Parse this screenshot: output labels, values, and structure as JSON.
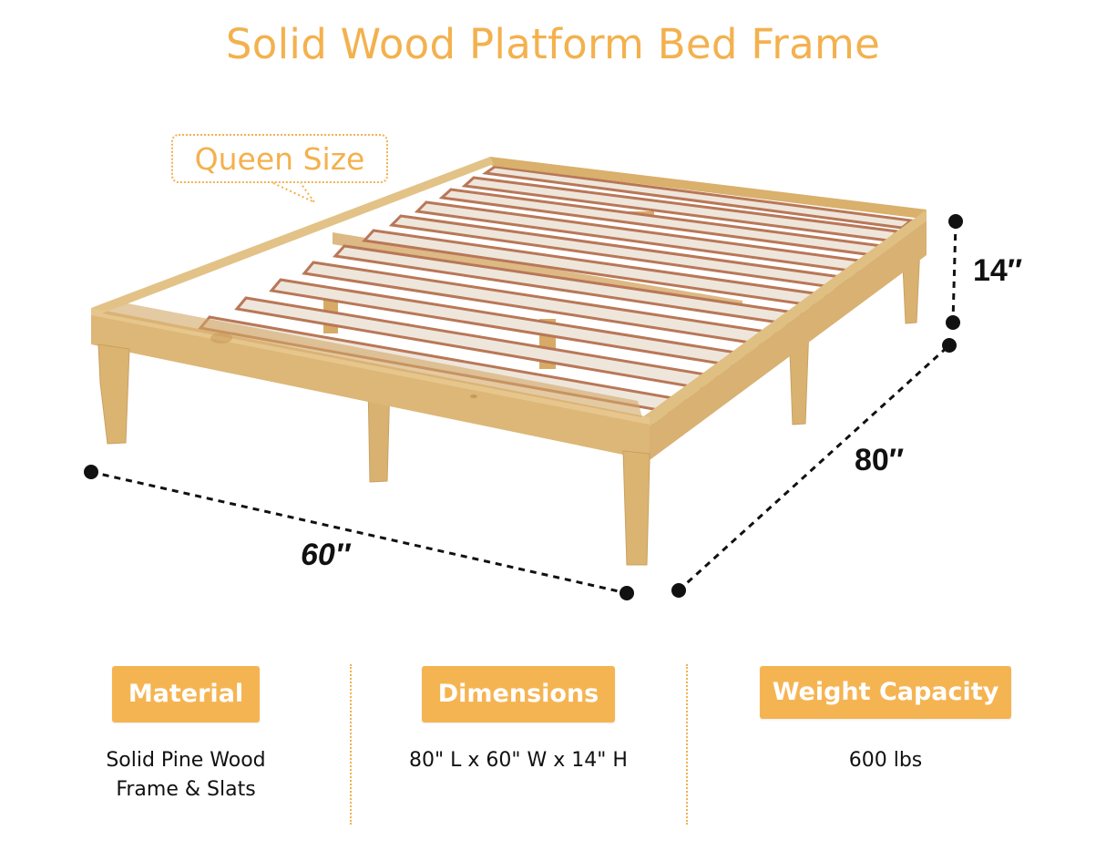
{
  "title": "Solid Wood Platform Bed Frame",
  "callout": {
    "label": "Queen Size"
  },
  "dimensions": {
    "width_label": "60″",
    "length_label": "80″",
    "height_label": "14″"
  },
  "specs": [
    {
      "heading": "Material",
      "value_lines": [
        "Solid Pine Wood",
        "Frame & Slats"
      ]
    },
    {
      "heading": "Dimensions",
      "value_lines": [
        "80\" L x 60\" W x 14\" H"
      ]
    },
    {
      "heading": "Weight Capacity",
      "value_lines": [
        "600 lbs"
      ]
    }
  ],
  "colors": {
    "accent": "#f5b452",
    "title": "#f3b14e",
    "wood": "#dcb777",
    "wood_dark": "#c99a55",
    "slat": "#efe7dc",
    "slat_edge": "#b8785a",
    "text": "#111111"
  }
}
